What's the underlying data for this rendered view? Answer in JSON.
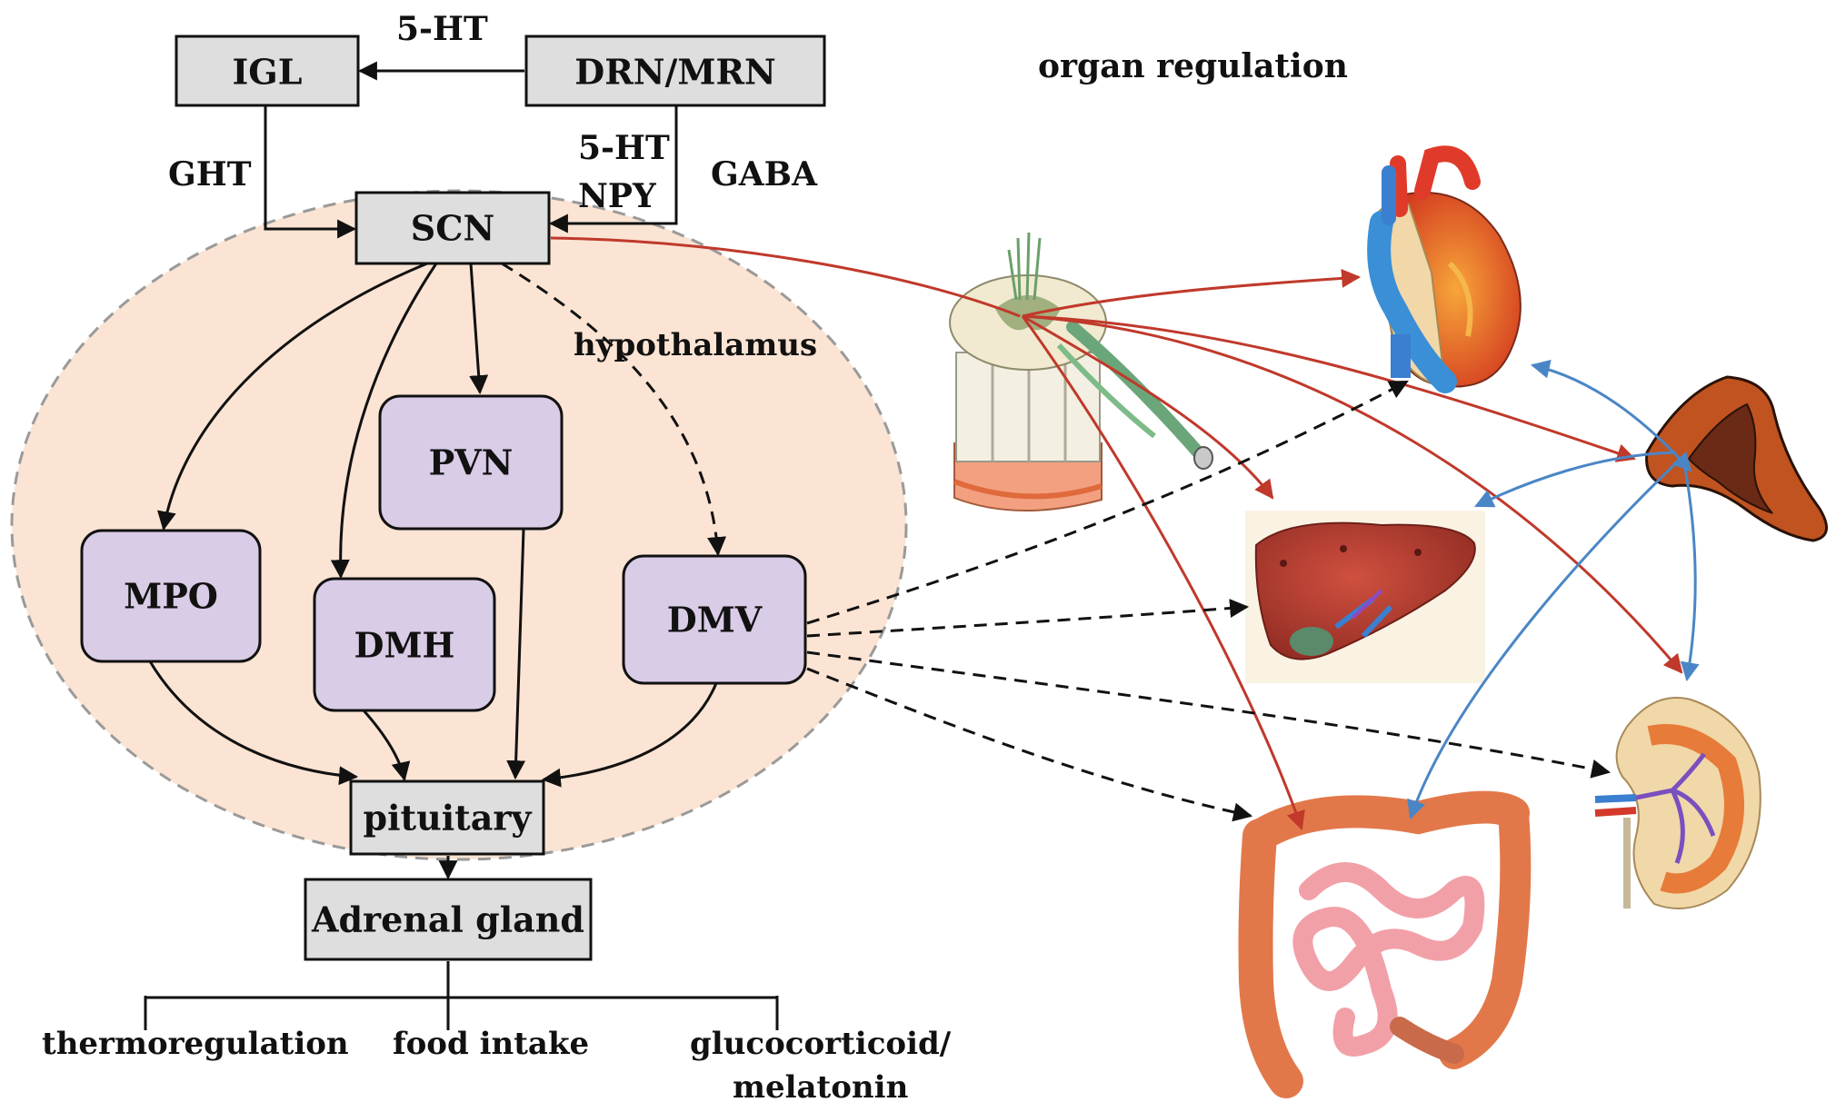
{
  "colors": {
    "gray_box": "#dedede",
    "purple_box": "#d9cce6",
    "hypothalamus_fill": "#fbe4d3",
    "hypothalamus_border": "#9a9a9a",
    "sympathetic_arrow": "#c0392b",
    "hormonal_arrow": "#4a86c6",
    "parasympathetic_arrow": "#111111"
  },
  "title": "organ regulation",
  "region_label": "hypothalamus",
  "nodes": {
    "igl": "IGL",
    "drn_mrn": "DRN/MRN",
    "scn": "SCN",
    "pvn": "PVN",
    "mpo": "MPO",
    "dmh": "DMH",
    "dmv": "DMV",
    "pituitary": "pituitary",
    "adrenal": "Adrenal gland"
  },
  "edge_labels": {
    "drn_to_igl": "5-HT",
    "igl_to_scn": "GHT",
    "drn_to_scn_1": "5-HT",
    "drn_to_scn_2": "NPY",
    "gaba": "GABA"
  },
  "outputs": {
    "thermoregulation": "thermoregulation",
    "food_intake": "food intake",
    "glucocorticoid_1": "glucocorticoid/",
    "glucocorticoid_2": "melatonin"
  },
  "organ_icons": [
    "spinal-cord-icon",
    "heart-icon",
    "adrenal-gland-icon",
    "liver-icon",
    "kidney-icon",
    "intestine-icon"
  ]
}
